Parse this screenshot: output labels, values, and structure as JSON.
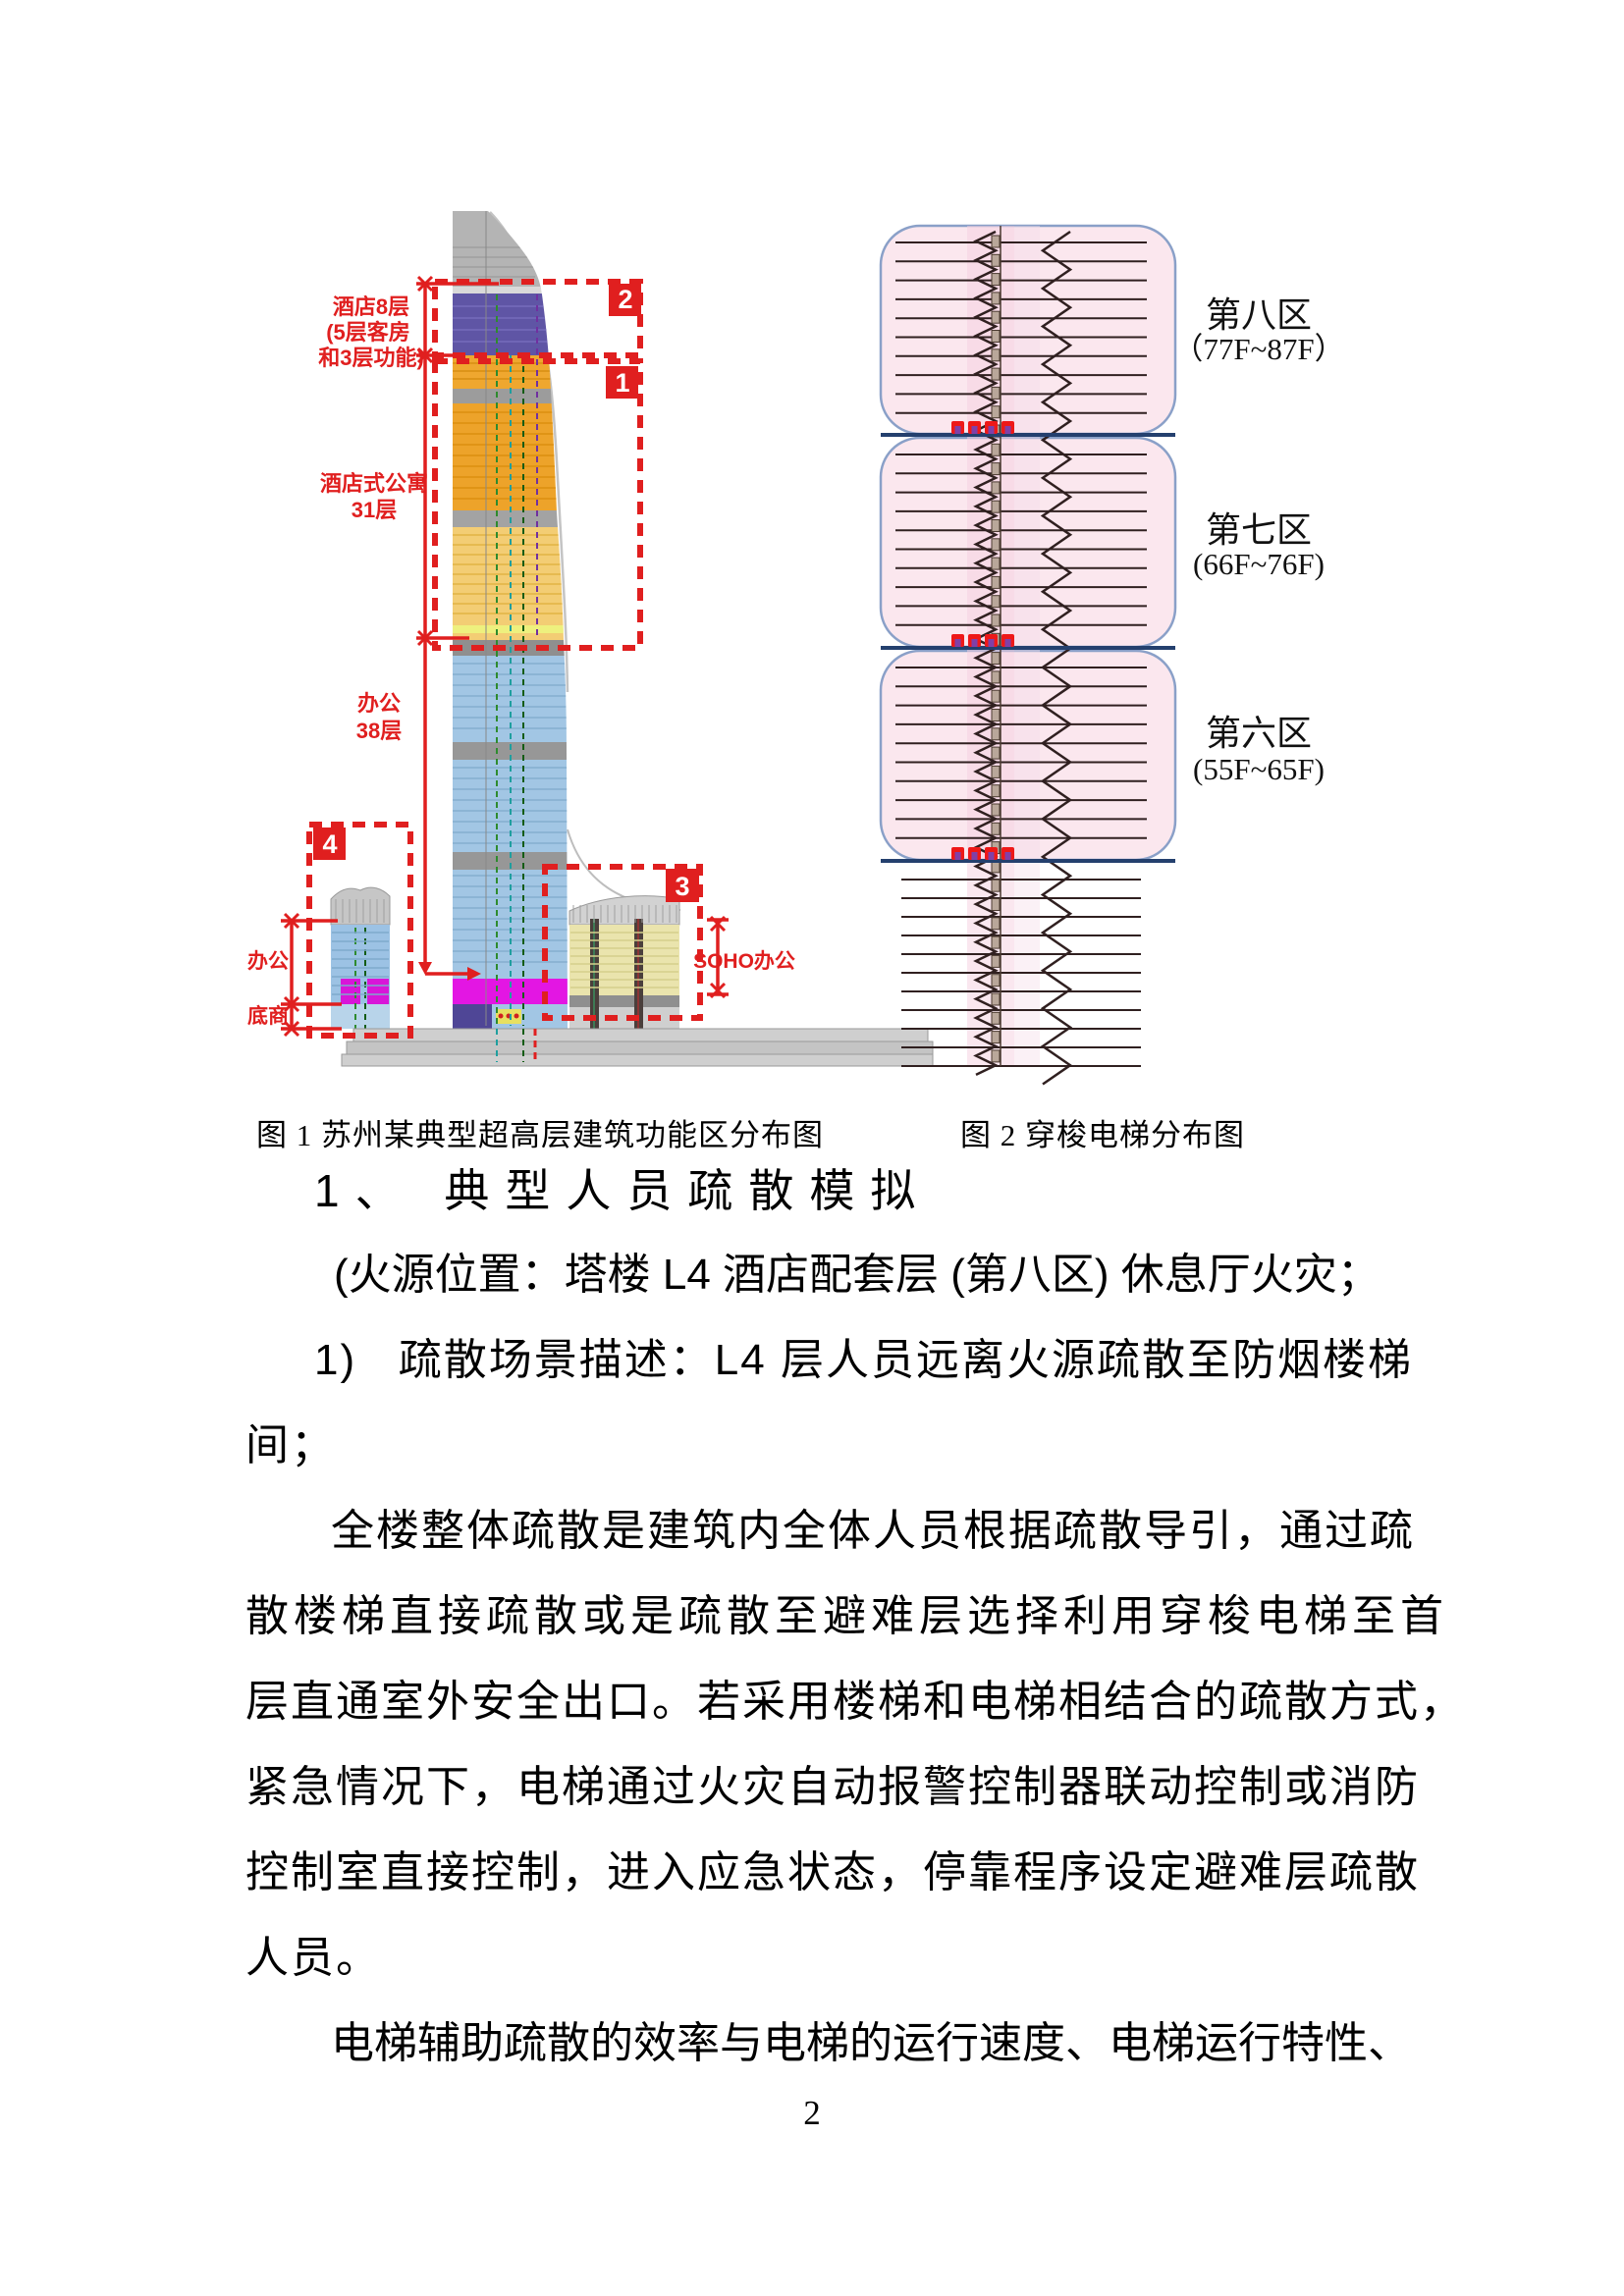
{
  "figure1": {
    "caption": "图 1 苏州某典型超高层建筑功能区分布图",
    "box_labels": {
      "b1": "1",
      "b2": "2",
      "b3": "3",
      "b4": "4"
    },
    "annotations": {
      "hotel_line1": "酒店8层",
      "hotel_line2": "(5层客房",
      "hotel_line3": "和3层功能)",
      "apartment_line1": "酒店式公寓",
      "apartment_line2": "31层",
      "office_line1": "办公",
      "office_line2": "38层",
      "podium_office": "办公",
      "podium_retail": "底商",
      "soho": "SOHO办公"
    },
    "colors": {
      "annotation_red": "#e01f1f",
      "hotel_purple": "#5f55a5",
      "apartment_orange": "#eda32a",
      "office_blue": "#a2c6e4",
      "podium_magenta": "#e316e3"
    }
  },
  "figure2": {
    "caption": "图 2 穿梭电梯分布图",
    "zones": [
      {
        "name": "第八区",
        "range": "（77F~87F）"
      },
      {
        "name": "第七区",
        "range": "(66F~76F)"
      },
      {
        "name": "第六区",
        "range": "(55F~65F)"
      }
    ],
    "colors": {
      "zone_fill": "#fbe7ee",
      "boundary_navy": "#24406e",
      "elevator_red": "#ee1818"
    }
  },
  "body": {
    "lines": [
      "1、 典型人员疏散模拟",
      "(火源位置：塔楼 L4 酒店配套层 (第八区) 休息厅火灾；",
      "1)   疏散场景描述：L4 层人员远离火源疏散至防烟楼梯",
      "间；",
      "全楼整体疏散是建筑内全体人员根据疏散导引，通过疏",
      "散楼梯直接疏散或是疏散至避难层选择利用穿梭电梯至首",
      "层直通室外安全出口。若采用楼梯和电梯相结合的疏散方式，",
      "紧急情况下，电梯通过火灾自动报警控制器联动控制或消防",
      "控制室直接控制，进入应急状态，停靠程序设定避难层疏散",
      "人员。",
      "电梯辅助疏散的效率与电梯的运行速度、电梯运行特性、"
    ]
  },
  "page_number": "2"
}
